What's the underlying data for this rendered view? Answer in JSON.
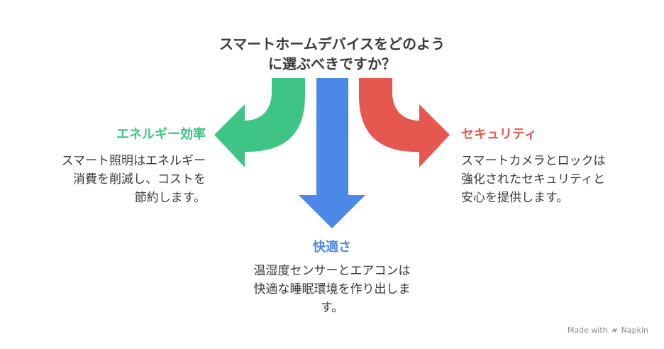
{
  "title": {
    "line1": "スマートホームデバイスをどのよう",
    "line2": "に選ぶべきですか？"
  },
  "options": {
    "energy": {
      "heading": "エネルギー効率",
      "lines": [
        "スマート照明はエネルギー",
        "消費を削減し、コストを",
        "節約します。"
      ],
      "color": "#3ec585"
    },
    "comfort": {
      "heading": "快適さ",
      "lines": [
        "温湿度センサーとエアコンは",
        "快適な睡眠環境を作り出しま",
        "す。"
      ],
      "color": "#4c88e6"
    },
    "security": {
      "heading": "セキュリティ",
      "lines": [
        "スマートカメラとロックは",
        "強化されたセキュリティと",
        "安心を提供します。"
      ],
      "color": "#e5574f"
    }
  },
  "watermark": {
    "text": "Made with",
    "brand": "Napkin"
  }
}
